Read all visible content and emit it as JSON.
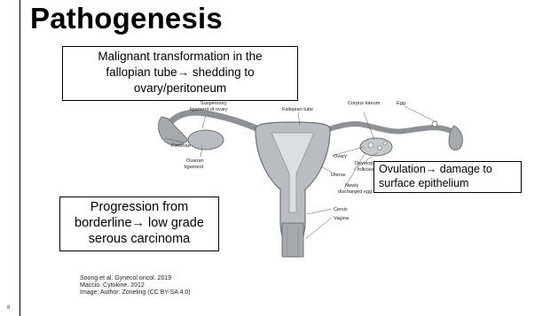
{
  "slide": {
    "title": "Pathogenesis",
    "number": "8",
    "callouts": {
      "tube_line1": "Malignant transformation in the",
      "tube_line2": "fallopian tube→ shedding to",
      "tube_line3": "ovary/peritoneum",
      "ovulation_line1": "Ovulation→ damage to",
      "ovulation_line2": "surface epithelium",
      "progression_line1": "Progression from",
      "progression_line2": "borderline→ low grade",
      "progression_line3": "serous carcinoma"
    },
    "references": [
      "Soong et al. Gynecol oncol. 2019",
      "Maccio.  Cytokine.  2012",
      "Image: Author: Zoneling (CC BY-SA 4.0)"
    ]
  },
  "diagram": {
    "labels": {
      "suspensory_1": "Suspensory",
      "suspensory_2": "ligament of ovary",
      "fallopian_tube": "Fallopian tube",
      "corpus_luteum": "Corpus luteum",
      "egg": "Egg",
      "fimbriae": "Fimbriae",
      "ovarian_1": "Ovarian",
      "ovarian_2": "ligament",
      "ovary": "Ovary",
      "developing_1": "Developing",
      "developing_2": "follicles",
      "uterus": "Uterus",
      "newly_1": "Newly",
      "newly_2": "discharged egg",
      "cervix": "Cervix",
      "vagina": "Vagina"
    },
    "colors": {
      "tissue": "#b9bcc0",
      "tissue_dark": "#8e9296",
      "cavity": "#dcdfe2",
      "leader": "#555555"
    }
  }
}
